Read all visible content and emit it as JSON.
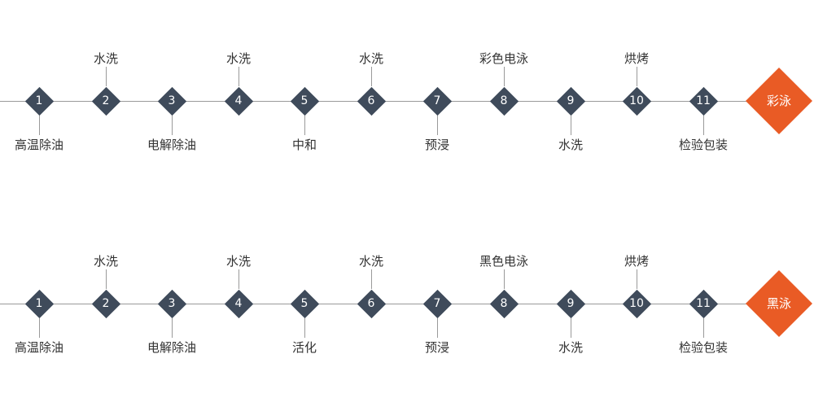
{
  "rows": [
    {
      "steps": [
        {
          "num": "1",
          "label": "高温除油"
        },
        {
          "num": "2",
          "label": "水洗"
        },
        {
          "num": "3",
          "label": "电解除油"
        },
        {
          "num": "4",
          "label": "水洗"
        },
        {
          "num": "5",
          "label": "中和"
        },
        {
          "num": "6",
          "label": "水洗"
        },
        {
          "num": "7",
          "label": "预浸"
        },
        {
          "num": "8",
          "label": "彩色电泳"
        },
        {
          "num": "9",
          "label": "水洗"
        },
        {
          "num": "10",
          "label": "烘烤"
        },
        {
          "num": "11",
          "label": "检验包装"
        }
      ],
      "end_label": "彩泳"
    },
    {
      "steps": [
        {
          "num": "1",
          "label": "高温除油"
        },
        {
          "num": "2",
          "label": "水洗"
        },
        {
          "num": "3",
          "label": "电解除油"
        },
        {
          "num": "4",
          "label": "水洗"
        },
        {
          "num": "5",
          "label": "活化"
        },
        {
          "num": "6",
          "label": "水洗"
        },
        {
          "num": "7",
          "label": "预浸"
        },
        {
          "num": "8",
          "label": "黑色电泳"
        },
        {
          "num": "9",
          "label": "水洗"
        },
        {
          "num": "10",
          "label": "烘烤"
        },
        {
          "num": "11",
          "label": "检验包装"
        }
      ],
      "end_label": "黑泳"
    }
  ],
  "colors": {
    "node": "#3f4b5b",
    "accent": "#e95b25",
    "line": "#9a9a9a",
    "text": "#333333"
  }
}
